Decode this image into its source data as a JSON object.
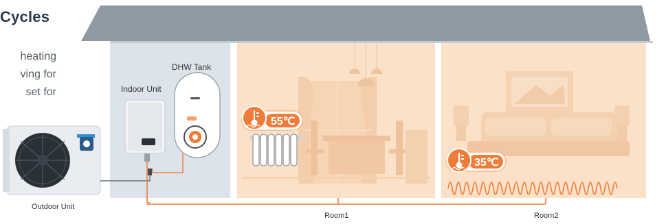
{
  "header": {
    "title": "Cycles",
    "description_lines": [
      "heating",
      "ving for",
      "set  for"
    ]
  },
  "labels": {
    "indoor_unit": "Indoor Unit",
    "dhw_tank": "DHW Tank",
    "outdoor_unit": "Outdoor Unit",
    "room1": "Room1",
    "room2": "Room2"
  },
  "temperatures": {
    "radiator": "55℃",
    "floor_heating": "35℃"
  },
  "colors": {
    "roof": "#8e99a3",
    "utility_room": "#dde3ea",
    "room_fill": "#fbe1c7",
    "pipe": "#f07c3a",
    "badge": "#f07c3a",
    "badge_outline": "#f7b98f",
    "title": "#2b3a4a"
  }
}
